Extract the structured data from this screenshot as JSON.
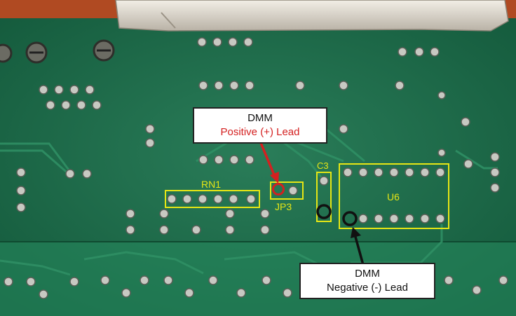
{
  "callouts": {
    "positive": {
      "title": "DMM",
      "subtitle": "Positive (+) Lead"
    },
    "negative": {
      "title": "DMM",
      "subtitle": "Negative (-) Lead"
    }
  },
  "silkscreen": {
    "rn1": "RN1",
    "jp3": "JP3",
    "c3": "C3",
    "u6": "U6"
  },
  "colors": {
    "board": "#1f6b4c",
    "silk": "#e6e615",
    "positive": "#d42020",
    "negative": "#111111"
  }
}
